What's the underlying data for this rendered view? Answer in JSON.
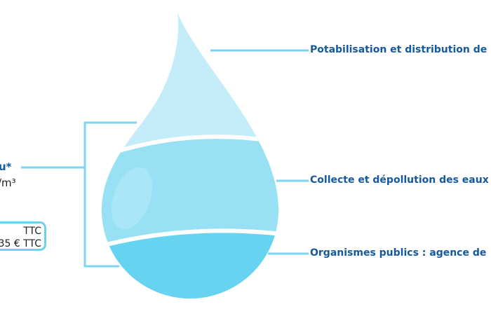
{
  "labels": {
    "top": "Potabilisation et distribution de",
    "middle": "Collecte et dépollution des eaux",
    "bottom": "Organismes publics : agence de"
  },
  "left": {
    "title_fragment": "u*",
    "unit_fragment": "/m³",
    "box_line1": "TTC",
    "box_line2": "35 € TTC"
  },
  "colors": {
    "band_top": "#c4ecf9",
    "band_middle": "#98e1f5",
    "band_bottom": "#66d3f1",
    "line": "#7dd6f2",
    "text": "#1559a0"
  }
}
